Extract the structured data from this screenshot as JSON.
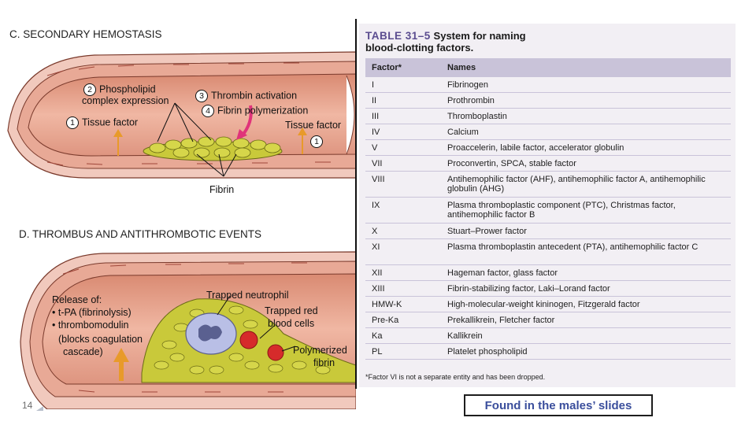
{
  "figure": {
    "section_c": {
      "title": "C. SECONDARY HEMOSTASIS",
      "labels": {
        "phospholipid_num": "2",
        "phospholipid": "Phospholipid",
        "phospholipid_2": "complex expression",
        "thrombin_num": "3",
        "thrombin": "Thrombin activation",
        "fibrin_poly_num": "4",
        "fibrin_poly": "Fibrin polymerization",
        "tissue_left_num": "1",
        "tissue_left": "Tissue factor",
        "tissue_right": "Tissue factor",
        "tissue_right_num": "1",
        "fibrin": "Fibrin"
      }
    },
    "section_d": {
      "title": "D. THROMBUS AND ANTITHROMBOTIC EVENTS",
      "labels": {
        "release_of": "Release of:",
        "tpa": "• t-PA (fibrinolysis)",
        "thrombomodulin": "• thrombomodulin",
        "blocks_1": "(blocks coagulation",
        "blocks_2": "cascade)",
        "trapped_neutrophil": "Trapped neutrophil",
        "trapped_red_1": "Trapped red",
        "trapped_red_2": "blood cells",
        "polymerized_1": "Polymerized",
        "polymerized_2": "fibrin"
      }
    }
  },
  "table": {
    "number": "TABLE 31–5",
    "title_1": "System for naming",
    "title_2": "blood-clotting factors.",
    "headers": {
      "factor": "Factor*",
      "names": "Names"
    },
    "rows": [
      {
        "factor": "I",
        "names": "Fibrinogen"
      },
      {
        "factor": "II",
        "names": "Prothrombin"
      },
      {
        "factor": "III",
        "names": "Thromboplastin"
      },
      {
        "factor": "IV",
        "names": "Calcium"
      },
      {
        "factor": "V",
        "names": "Proaccelerin, labile factor, accelerator globulin"
      },
      {
        "factor": "VII",
        "names": "Proconvertin, SPCA, stable factor"
      },
      {
        "factor": "VIII",
        "names": "Antihemophilic factor (AHF), antihemophilic factor A, antihemophilic globulin (AHG)"
      },
      {
        "factor": "IX",
        "names": "Plasma thromboplastic component (PTC), Christmas factor, antihemophilic factor B"
      },
      {
        "factor": "X",
        "names": "Stuart–Prower factor"
      },
      {
        "factor": "XI",
        "names": "Plasma thromboplastin antecedent (PTA), antihemophilic factor C"
      },
      {
        "factor": "XII",
        "names": "Hageman factor, glass factor"
      },
      {
        "factor": "XIII",
        "names": "Fibrin-stabilizing factor, Laki–Lorand factor"
      },
      {
        "factor": "HMW-K",
        "names": "High-molecular-weight kininogen, Fitzgerald factor"
      },
      {
        "factor": "Pre-Ka",
        "names": "Prekallikrein, Fletcher factor"
      },
      {
        "factor": "Ka",
        "names": "Kallikrein"
      },
      {
        "factor": "PL",
        "names": "Platelet phospholipid"
      }
    ],
    "footnote": "*Factor VI is not a separate entity and has been dropped."
  },
  "slide": {
    "page_number": "14",
    "note": "Found in the males’ slides"
  },
  "colors": {
    "vessel_wall": "#e7b3a6",
    "lumen": "#e39b85",
    "fibrin_cells": "#c9c93a",
    "table_bg": "#f2eff4",
    "table_header": "#c9c3d9",
    "table_title": "#5a4c8f",
    "note_text": "#3a4e9c"
  }
}
